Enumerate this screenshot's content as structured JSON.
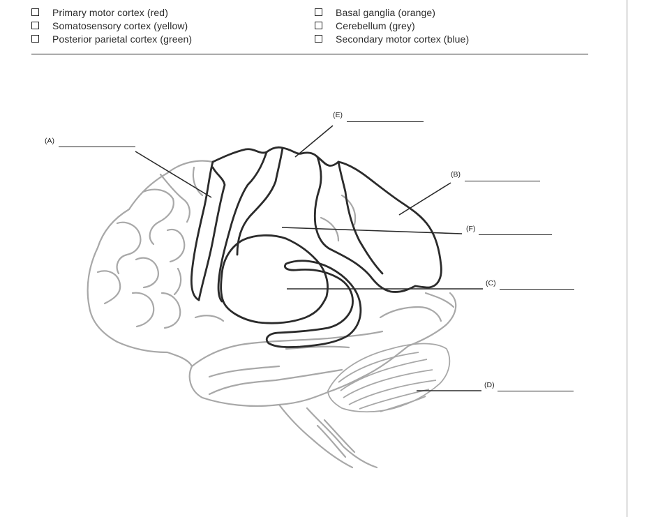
{
  "legend": {
    "left": [
      {
        "label": "Primary motor cortex (red)"
      },
      {
        "label": "Somatosensory cortex (yellow)"
      },
      {
        "label": "Posterior parietal cortex (green)"
      }
    ],
    "right": [
      {
        "label": "Basal ganglia (orange)"
      },
      {
        "label": "Cerebellum (grey)"
      },
      {
        "label": "Secondary motor cortex (blue)"
      }
    ]
  },
  "labels": {
    "A": "(A)",
    "B": "(B)",
    "C": "(C)",
    "D": "(D)",
    "E": "(E)",
    "F": "(F)"
  },
  "colors": {
    "outline_grey": "#a8a8a8",
    "region_dark": "#2b2b2b"
  }
}
